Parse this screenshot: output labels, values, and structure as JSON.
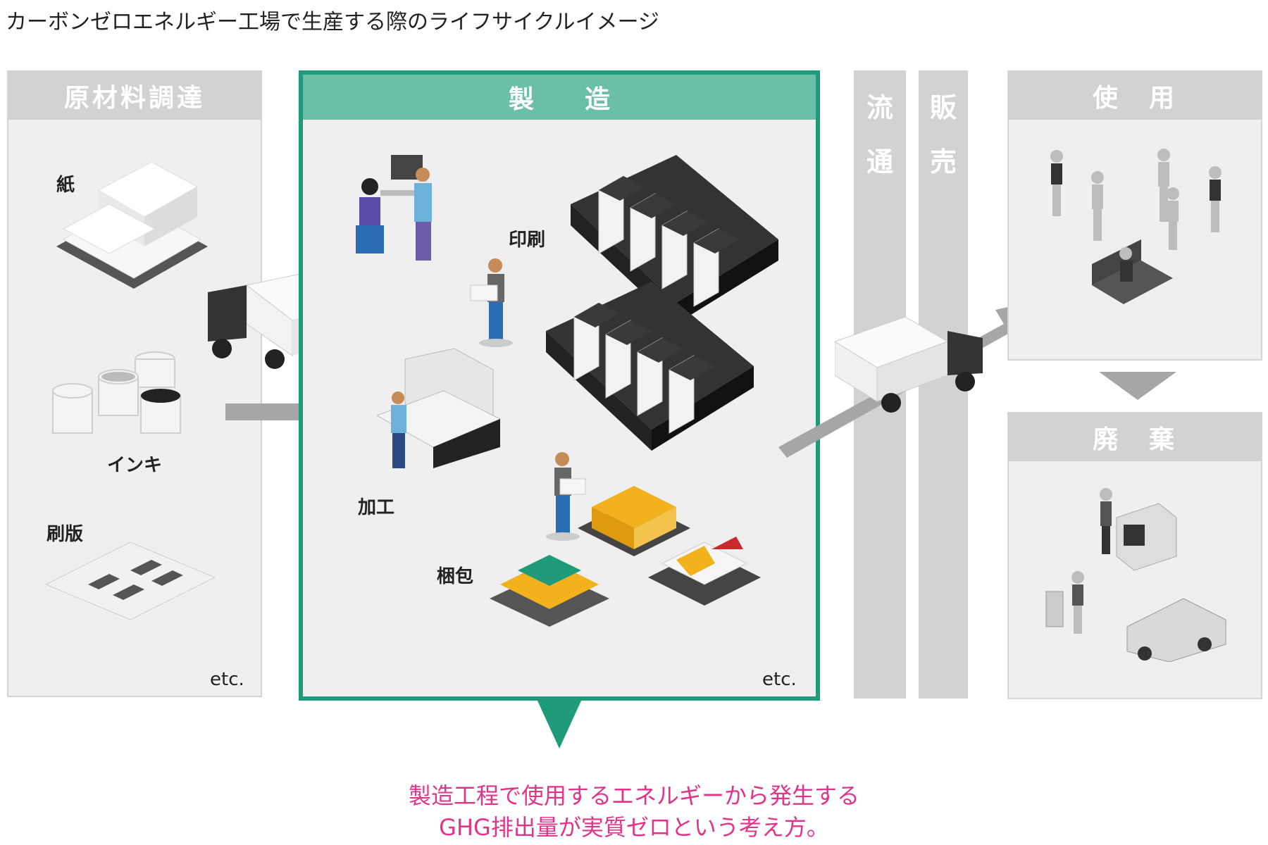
{
  "title": "カーボンゼロエネルギー工場で生産する際のライフサイクルイメージ",
  "stages": {
    "raw": {
      "header": "原材料調達",
      "items": [
        "紙",
        "インキ",
        "刷版"
      ],
      "etc": "etc."
    },
    "manufacturing": {
      "header": "製　　造",
      "items": [
        "印刷",
        "加工",
        "梱包"
      ],
      "etc": "etc."
    },
    "distribution": {
      "col1": [
        "流",
        "通"
      ],
      "col2": [
        "販",
        "売"
      ]
    },
    "use": {
      "header": "使　用"
    },
    "disposal": {
      "header": "廃　棄"
    }
  },
  "message": {
    "line1": "製造工程で使用するエネルギーから発生する",
    "line2": "GHG排出量が実質ゼロという考え方。"
  },
  "colors": {
    "green_border": "#1f9b7a",
    "green_header": "#6bbfa8",
    "panel_bg": "#efefef",
    "header_gray": "#d2d2d2",
    "message": "#e2338a"
  }
}
